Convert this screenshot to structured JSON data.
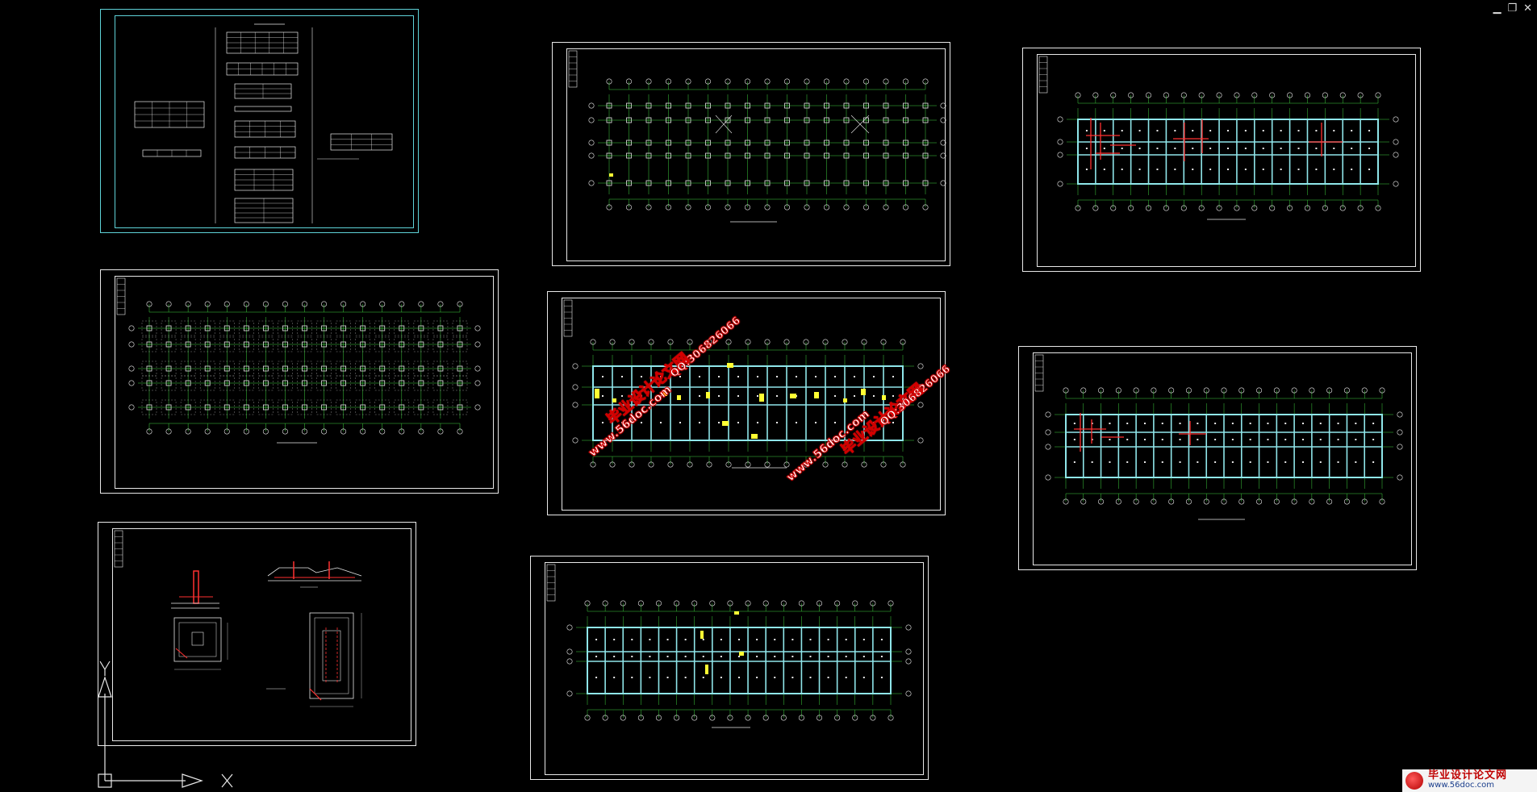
{
  "window": {
    "minimize_glyph": "▁",
    "restore_glyph": "❐",
    "close_glyph": "✕"
  },
  "colors": {
    "background": "#000000",
    "sheet_frame": "#e8e8e8",
    "cover_frame": "#5fd3d8",
    "grid_green": "#3ecf3e",
    "beam_cyan": "#8fe6ea",
    "rebar_red": "#ff3030",
    "label_yellow": "#ffff33",
    "watermark_red": "#d10000"
  },
  "watermarks": [
    {
      "line1": "毕业设计论文网",
      "line2": "www.56doc.com",
      "line3": "QQ:306826066"
    },
    {
      "line1": "毕业设计论文网",
      "line2": "www.56doc.com",
      "line3": "QQ:306826066"
    }
  ],
  "logo": {
    "title": "毕业设计论文网",
    "url": "www.56doc.com"
  },
  "drawing_sheets": [
    {
      "id": "cover-index",
      "kind": "table-index"
    },
    {
      "id": "column-layout-plan",
      "kind": "plan"
    },
    {
      "id": "slab-rebar-plan-upper",
      "kind": "plan"
    },
    {
      "id": "foundation-plan",
      "kind": "plan"
    },
    {
      "id": "beam-rebar-plan",
      "kind": "plan"
    },
    {
      "id": "slab-rebar-plan-lower",
      "kind": "plan"
    },
    {
      "id": "foundation-detail",
      "kind": "detail"
    },
    {
      "id": "beam-layout-plan",
      "kind": "plan"
    }
  ],
  "ucs_icon": {
    "axis_x": "X",
    "axis_y": "Y"
  }
}
